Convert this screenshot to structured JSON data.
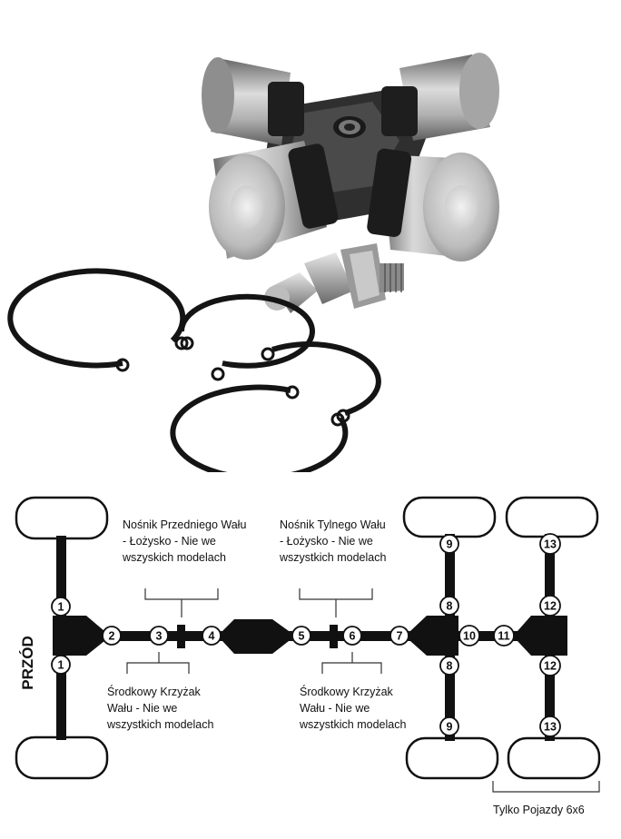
{
  "photo": {
    "subject": "universal-joint-kit",
    "parts": [
      "cross-joint",
      "grease-nipple",
      "retaining-ring"
    ]
  },
  "diagram": {
    "side_label": "PRZÓD",
    "note_front_bearing": [
      "Nośnik Przedniego Wału",
      "- Łożysko - Nie we",
      "wszyskich modelach"
    ],
    "note_rear_bearing": [
      "Nośnik Tylnego Wału",
      "- Łożysko - Nie we",
      "wszystkich modelach"
    ],
    "note_center_joint_1": [
      "Środkowy Krzyżak",
      "Wału -    Nie we",
      "wszystkich modelach"
    ],
    "note_center_joint_2": [
      "Środkowy Krzyżak",
      "Wału -    Nie we",
      "wszystkich modelach"
    ],
    "note_6x6": "Tylko Pojazdy 6x6",
    "joint_numbers": {
      "j1_top": "1",
      "j1_bottom": "1",
      "j2": "2",
      "j3": "3",
      "j4": "4",
      "j5": "5",
      "j6": "6",
      "j7": "7",
      "j8_top": "8",
      "j8_bottom": "8",
      "j9_top": "9",
      "j9_bottom": "9",
      "j10": "10",
      "j11": "11",
      "j12_top": "12",
      "j12_bottom": "12",
      "j13_top": "13",
      "j13_bottom": "13"
    }
  }
}
